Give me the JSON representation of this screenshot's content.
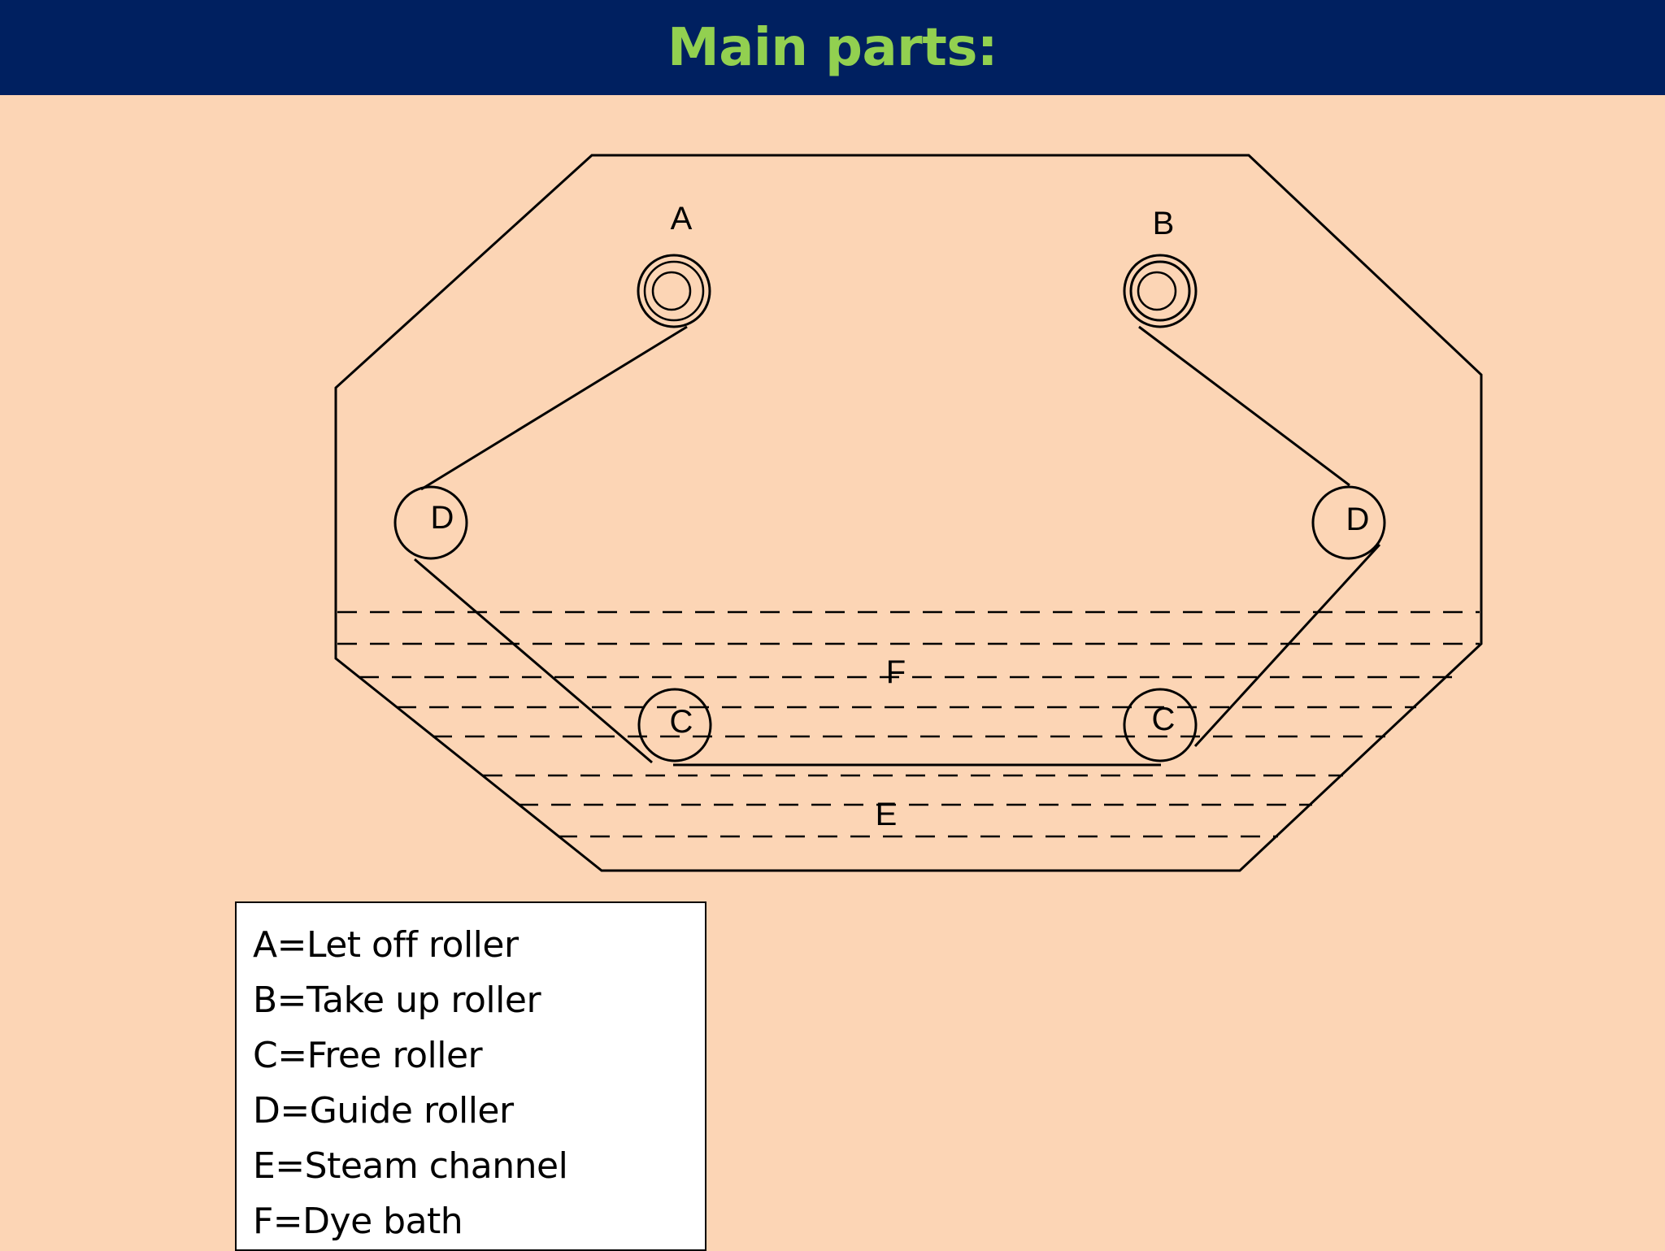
{
  "title": "Main parts:",
  "colors": {
    "background": "#FCD5B5",
    "title_bar": "#002060",
    "title_text": "#92D050",
    "line": "#000000",
    "legend_background": "#FFFFFF"
  },
  "diagram": {
    "labels": {
      "a": "A",
      "b": "B",
      "c_left": "C",
      "c_right": "C",
      "d_left": "D",
      "d_right": "D",
      "e": "E",
      "f": "F"
    }
  },
  "legend": {
    "items": [
      "A=Let off roller",
      "B=Take up roller",
      "C=Free roller",
      "D=Guide roller",
      "E=Steam channel",
      "F=Dye bath"
    ]
  }
}
